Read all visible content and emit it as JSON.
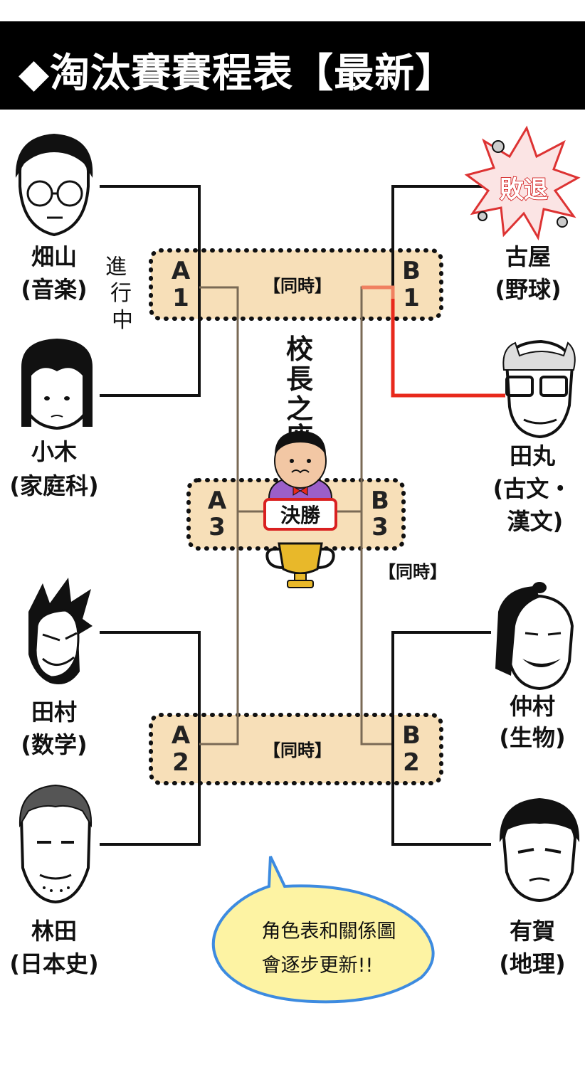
{
  "title": "◆淘汰賽賽程表【最新】",
  "players": {
    "hatayama": {
      "name": "畑山",
      "subject": "(音楽)"
    },
    "koki": {
      "name": "小木",
      "subject": "(家庭科)"
    },
    "tamura": {
      "name": "田村",
      "subject": "(数学)"
    },
    "hayashida": {
      "name": "林田",
      "subject": "(日本史)"
    },
    "furuya": {
      "name": "古屋",
      "subject": "(野球)",
      "status": "敗退"
    },
    "tamaru": {
      "name": "田丸",
      "subject_line1": "(古文・",
      "subject_line2": "漢文)"
    },
    "nakamura": {
      "name": "仲村",
      "subject": "(生物)"
    },
    "ariga": {
      "name": "有賀",
      "subject": "(地理)"
    }
  },
  "matches": {
    "a1": {
      "letter": "A",
      "number": "1"
    },
    "b1": {
      "letter": "B",
      "number": "1"
    },
    "a2": {
      "letter": "A",
      "number": "2"
    },
    "b2": {
      "letter": "B",
      "number": "2"
    },
    "a3": {
      "letter": "A",
      "number": "3"
    },
    "b3": {
      "letter": "B",
      "number": "3"
    }
  },
  "simultaneous_label": "【同時】",
  "in_progress": [
    "進",
    "行",
    "中"
  ],
  "prize_label": [
    "校",
    "長",
    "之",
    "座"
  ],
  "final_label": "決勝",
  "bubble": {
    "line1": "角色表和關係圖",
    "line2": "會逐步更新!!"
  },
  "colors": {
    "bracket_line": "#111111",
    "winner_line": "#e8291c",
    "box_fill": "#f7dfb8",
    "bubble_fill": "#fdf3a3",
    "bubble_stroke": "#3d8be0"
  }
}
